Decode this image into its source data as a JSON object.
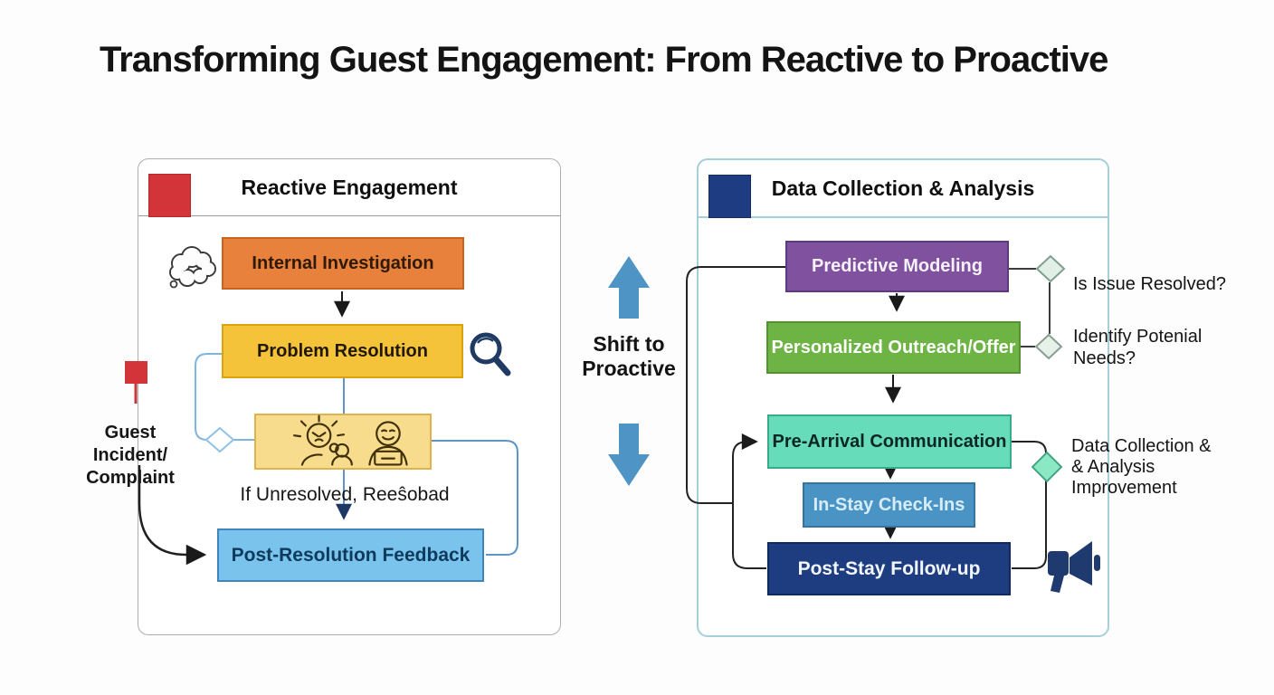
{
  "title": "Transforming Guest Engagement: From Reactive to Proactive",
  "left_panel": {
    "header": "Reactive Engagement",
    "boxes": {
      "investigation": "Internal Investigation",
      "resolution": "Problem Resolution",
      "feedback": "Post-Resolution Feedback"
    },
    "note": "If Unresolved, Reeŝobad",
    "source_lines": [
      "Guest",
      "Incident/",
      "Complaint"
    ]
  },
  "center": {
    "shift_lines": [
      "Shift to",
      "Proactive"
    ]
  },
  "right_panel": {
    "header": "Data Collection & Analysis",
    "boxes": {
      "predictive": "Predictive Modeling",
      "outreach": "Personalized Outreach/Offer",
      "prearrival": "Pre-Arrival Communication",
      "instay": "In-Stay Check-Ins",
      "poststay": "Post-Stay Follow-up"
    },
    "annotations": {
      "resolved": "Is Issue Resolved?",
      "potential_lines": [
        "Identify Potenial",
        "Needs?"
      ],
      "improvement_lines": [
        "Data Collection &",
        "& Analysis",
        "Improvement"
      ]
    }
  },
  "icons": {
    "left_header_swatch": "red-square",
    "right_header_swatch": "navy-square",
    "thought_cloud": "thought-cloud-icon",
    "magnifier": "magnifying-glass-icon",
    "stressed_person": "stressed-person-icon",
    "support_agent": "person-laptop-icon",
    "guest_marker": "red-pin-marker",
    "megaphone": "megaphone-icon",
    "shift_arrows": "up-down-block-arrows"
  },
  "colors": {
    "red": "#d2343a",
    "navy_swatch": "#1e3c82",
    "orange": "#e8813c",
    "yellow": "#f4c339",
    "pale_yellow": "#f8dc8d",
    "light_blue": "#79c3ed",
    "purple": "#7f519f",
    "green": "#6db445",
    "teal": "#67dcbb",
    "steel_blue": "#4a94c5",
    "dark_navy": "#1e3d80",
    "arrow_blue": "#4e95c6",
    "mint_diamond": "#8be8c4",
    "panel_border_right": "#a5cfdb",
    "panel_border_left": "#aeaeae"
  }
}
